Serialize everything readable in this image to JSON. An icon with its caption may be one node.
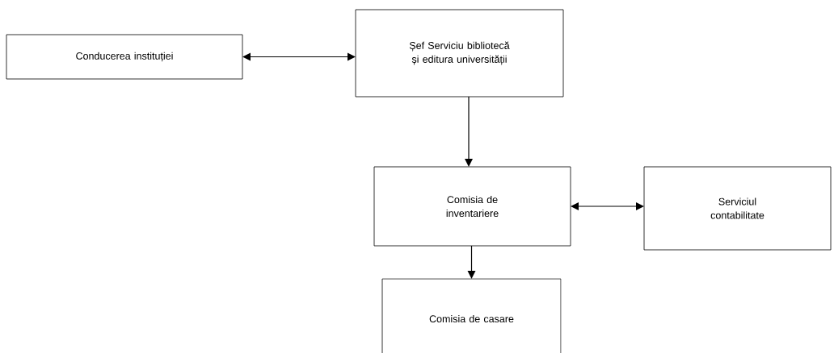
{
  "diagram": {
    "nodes": [
      {
        "text": [
          "Conducerea instituției"
        ]
      },
      {
        "text": [
          "Șef Serviciu bibliotecă și editura universității"
        ]
      },
      {
        "text": [
          "Comisia de inventariere"
        ]
      },
      {
        "text": [
          "Serviciul contabilitate"
        ]
      },
      {
        "text": [
          "Comisia de casare"
        ]
      }
    ],
    "edges": [
      {
        "from": 0,
        "to": 1,
        "arrow": "both"
      },
      {
        "from": 1,
        "to": 2,
        "arrow": "to"
      },
      {
        "from": 2,
        "to": 3,
        "arrow": "both"
      },
      {
        "from": 2,
        "to": 4,
        "arrow": "to"
      }
    ]
  }
}
